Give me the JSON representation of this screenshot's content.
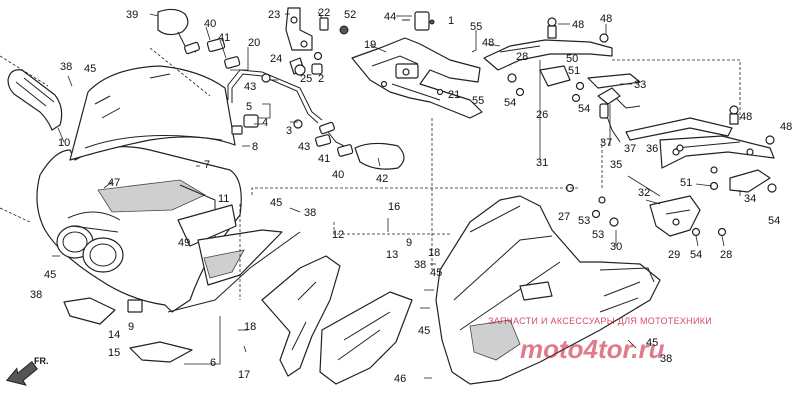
{
  "diagram": {
    "front_arrow_label": "FR.",
    "watermark_caption": "ЗАПЧАСТИ И АКСЕССУАРЫ ДЛЯ МОТОТЕХНИКИ",
    "watermark_brand": "moto4tor.ru",
    "callouts": [
      {
        "id": "c39",
        "text": "39"
      },
      {
        "id": "c40a",
        "text": "40"
      },
      {
        "id": "c41a",
        "text": "41"
      },
      {
        "id": "c20",
        "text": "20"
      },
      {
        "id": "c23",
        "text": "23"
      },
      {
        "id": "c22",
        "text": "22"
      },
      {
        "id": "c52",
        "text": "52"
      },
      {
        "id": "c44",
        "text": "44"
      },
      {
        "id": "c1",
        "text": "1"
      },
      {
        "id": "c48a",
        "text": "48"
      },
      {
        "id": "c48b",
        "text": "48"
      },
      {
        "id": "c38a",
        "text": "38"
      },
      {
        "id": "c45a",
        "text": "45"
      },
      {
        "id": "c43a",
        "text": "43"
      },
      {
        "id": "c24",
        "text": "24"
      },
      {
        "id": "c25",
        "text": "25"
      },
      {
        "id": "c2",
        "text": "2"
      },
      {
        "id": "c19",
        "text": "19"
      },
      {
        "id": "c55a",
        "text": "55"
      },
      {
        "id": "c48c",
        "text": "48"
      },
      {
        "id": "c28a",
        "text": "28"
      },
      {
        "id": "c50",
        "text": "50"
      },
      {
        "id": "c51a",
        "text": "51"
      },
      {
        "id": "c5",
        "text": "5"
      },
      {
        "id": "c4",
        "text": "4"
      },
      {
        "id": "c21",
        "text": "21"
      },
      {
        "id": "c55b",
        "text": "55"
      },
      {
        "id": "c54a",
        "text": "54"
      },
      {
        "id": "c26",
        "text": "26"
      },
      {
        "id": "c54b",
        "text": "54"
      },
      {
        "id": "c33",
        "text": "33"
      },
      {
        "id": "c3",
        "text": "3"
      },
      {
        "id": "c10",
        "text": "10"
      },
      {
        "id": "c8",
        "text": "8"
      },
      {
        "id": "c43b",
        "text": "43"
      },
      {
        "id": "c41b",
        "text": "41"
      },
      {
        "id": "c40b",
        "text": "40"
      },
      {
        "id": "c42",
        "text": "42"
      },
      {
        "id": "c31",
        "text": "31"
      },
      {
        "id": "c48d",
        "text": "48"
      },
      {
        "id": "c48e",
        "text": "48"
      },
      {
        "id": "c37a",
        "text": "37"
      },
      {
        "id": "c37b",
        "text": "37"
      },
      {
        "id": "c36",
        "text": "36"
      },
      {
        "id": "c35",
        "text": "35"
      },
      {
        "id": "c7",
        "text": "7"
      },
      {
        "id": "c47",
        "text": "47"
      },
      {
        "id": "c11",
        "text": "11"
      },
      {
        "id": "c45b",
        "text": "45"
      },
      {
        "id": "c38b",
        "text": "38"
      },
      {
        "id": "c16",
        "text": "16"
      },
      {
        "id": "c27",
        "text": "27"
      },
      {
        "id": "c53a",
        "text": "53"
      },
      {
        "id": "c53b",
        "text": "53"
      },
      {
        "id": "c32",
        "text": "32"
      },
      {
        "id": "c51b",
        "text": "51"
      },
      {
        "id": "c34",
        "text": "34"
      },
      {
        "id": "c54c",
        "text": "54"
      },
      {
        "id": "c49",
        "text": "49"
      },
      {
        "id": "c12",
        "text": "12"
      },
      {
        "id": "c9a",
        "text": "9"
      },
      {
        "id": "c30",
        "text": "30"
      },
      {
        "id": "c29",
        "text": "29"
      },
      {
        "id": "c54d",
        "text": "54"
      },
      {
        "id": "c28b",
        "text": "28"
      },
      {
        "id": "c13",
        "text": "13"
      },
      {
        "id": "c18a",
        "text": "18"
      },
      {
        "id": "c38c",
        "text": "38"
      },
      {
        "id": "c45c",
        "text": "45"
      },
      {
        "id": "c38d",
        "text": "38"
      },
      {
        "id": "c45d",
        "text": "45"
      },
      {
        "id": "c14",
        "text": "14"
      },
      {
        "id": "c9b",
        "text": "9"
      },
      {
        "id": "c18b",
        "text": "18"
      },
      {
        "id": "c15",
        "text": "15"
      },
      {
        "id": "c17",
        "text": "17"
      },
      {
        "id": "c6",
        "text": "6"
      },
      {
        "id": "c45e",
        "text": "45"
      },
      {
        "id": "c45f",
        "text": "45"
      },
      {
        "id": "c38e",
        "text": "38"
      },
      {
        "id": "c46",
        "text": "46"
      }
    ]
  }
}
